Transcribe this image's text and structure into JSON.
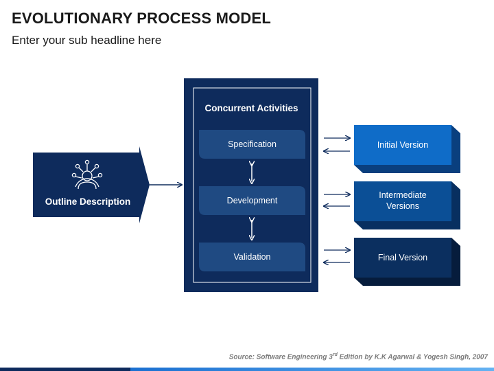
{
  "title": "EVOLUTIONARY PROCESS MODEL",
  "subtitle": "Enter your sub headline here",
  "outline": {
    "label": "Outline Description",
    "icon": "person-network-icon"
  },
  "panel": {
    "title": "Concurrent Activities",
    "activities": [
      "Specification",
      "Development",
      "Validation"
    ]
  },
  "versions": [
    {
      "label": "Initial Version",
      "color": "#0f6cc8"
    },
    {
      "label": "Intermediate Versions",
      "color": "#0b4f96"
    },
    {
      "label": "Final Version",
      "color": "#0b2f5f"
    }
  ],
  "source": {
    "prefix": "Source: Software Engineering 3",
    "sup": "rd",
    "suffix": " Edition by K.K Agarwal & Yogesh Singh, 2007"
  },
  "colors": {
    "navy": "#0e2b5c",
    "activity_box": "#1f4a82",
    "accent_blue": "#1a6fd0"
  }
}
